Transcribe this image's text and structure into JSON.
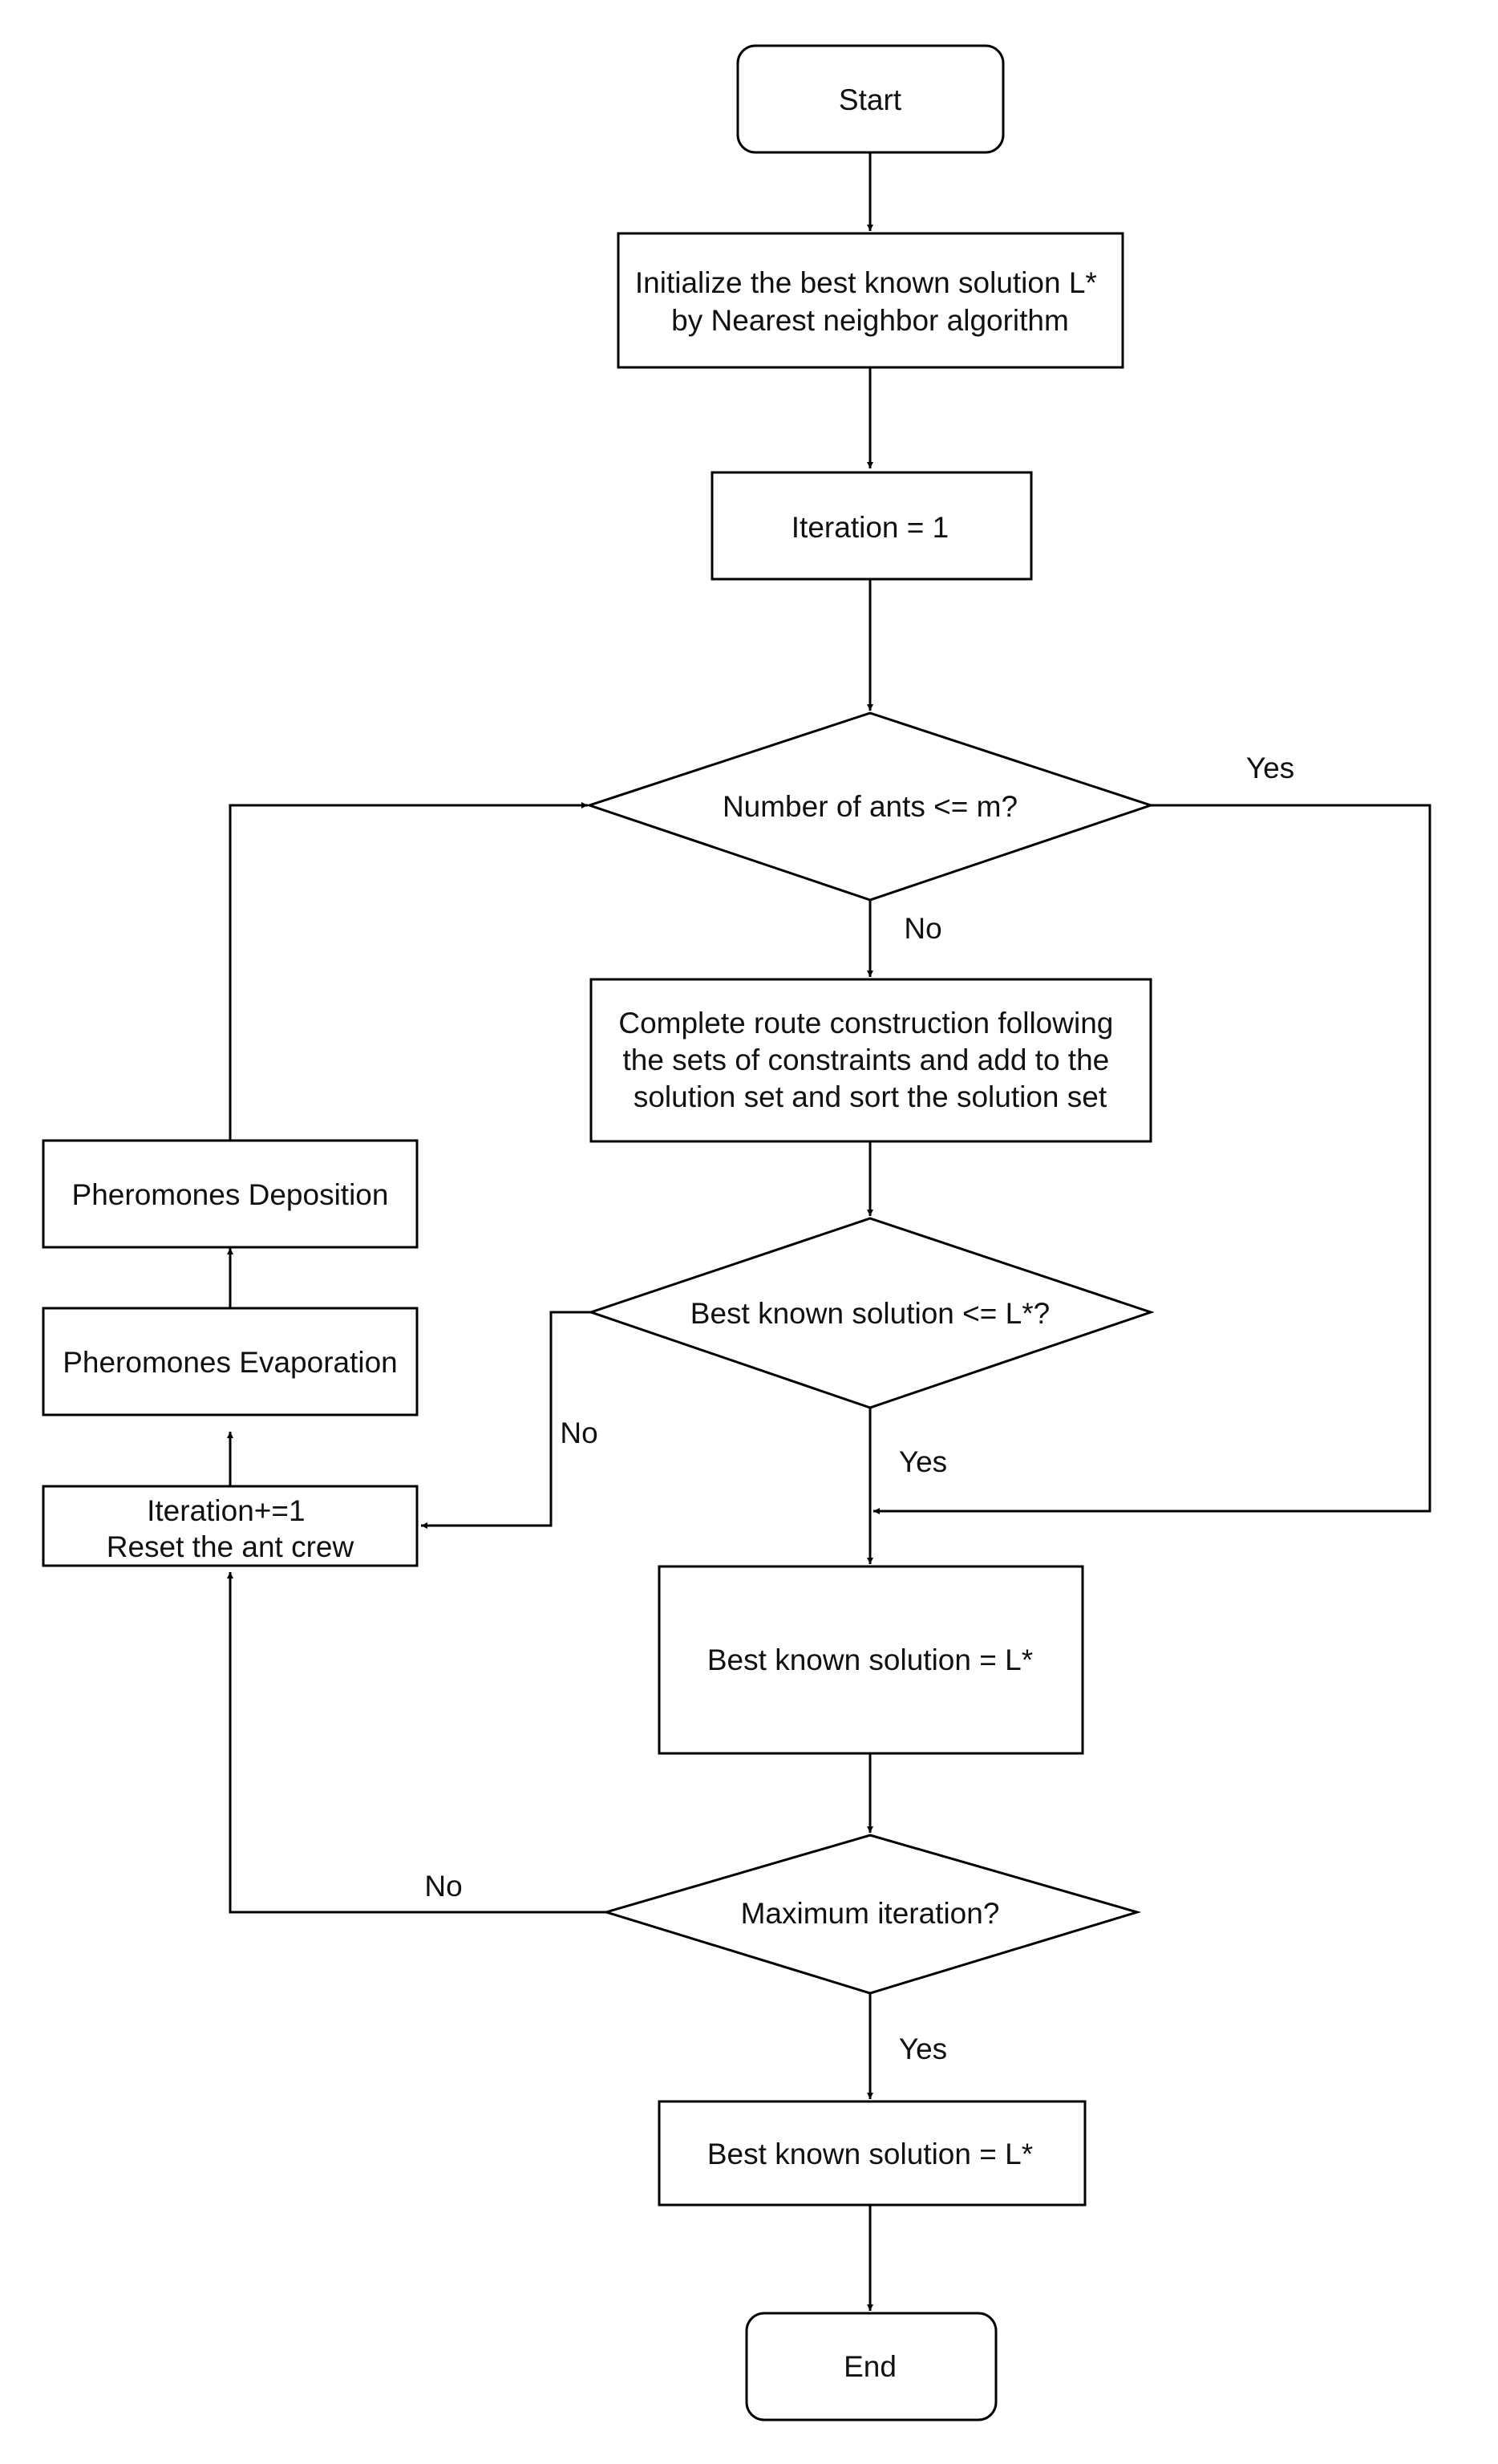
{
  "nodes": {
    "start": {
      "lines": [
        "Start"
      ]
    },
    "init": {
      "lines": [
        "Initialize the best known solution L*",
        "by Nearest neighbor algorithm"
      ]
    },
    "iteration_init": {
      "lines": [
        "Iteration = 1"
      ]
    },
    "decision_ants": {
      "lines": [
        "Number of ants <= m?"
      ]
    },
    "route": {
      "lines": [
        "Complete route construction following",
        "the sets of constraints and add to the",
        "solution set and sort the solution set"
      ]
    },
    "decision_best": {
      "lines": [
        "Best known solution <= L*?"
      ]
    },
    "best_update": {
      "lines": [
        "Best known solution = L*"
      ]
    },
    "decision_max": {
      "lines": [
        "Maximum iteration?"
      ]
    },
    "best_final": {
      "lines": [
        "Best known solution = L*"
      ]
    },
    "end": {
      "lines": [
        "End"
      ]
    },
    "deposition": {
      "lines": [
        "Pheromones Deposition"
      ]
    },
    "evaporation": {
      "lines": [
        "Pheromones Evaporation"
      ]
    },
    "iteration_inc": {
      "lines": [
        "Iteration+=1",
        "Reset the ant crew"
      ]
    }
  },
  "edge_labels": {
    "ants_yes": "Yes",
    "ants_no": "No",
    "best_no": "No",
    "best_yes": "Yes",
    "max_no": "No",
    "max_yes": "Yes"
  }
}
